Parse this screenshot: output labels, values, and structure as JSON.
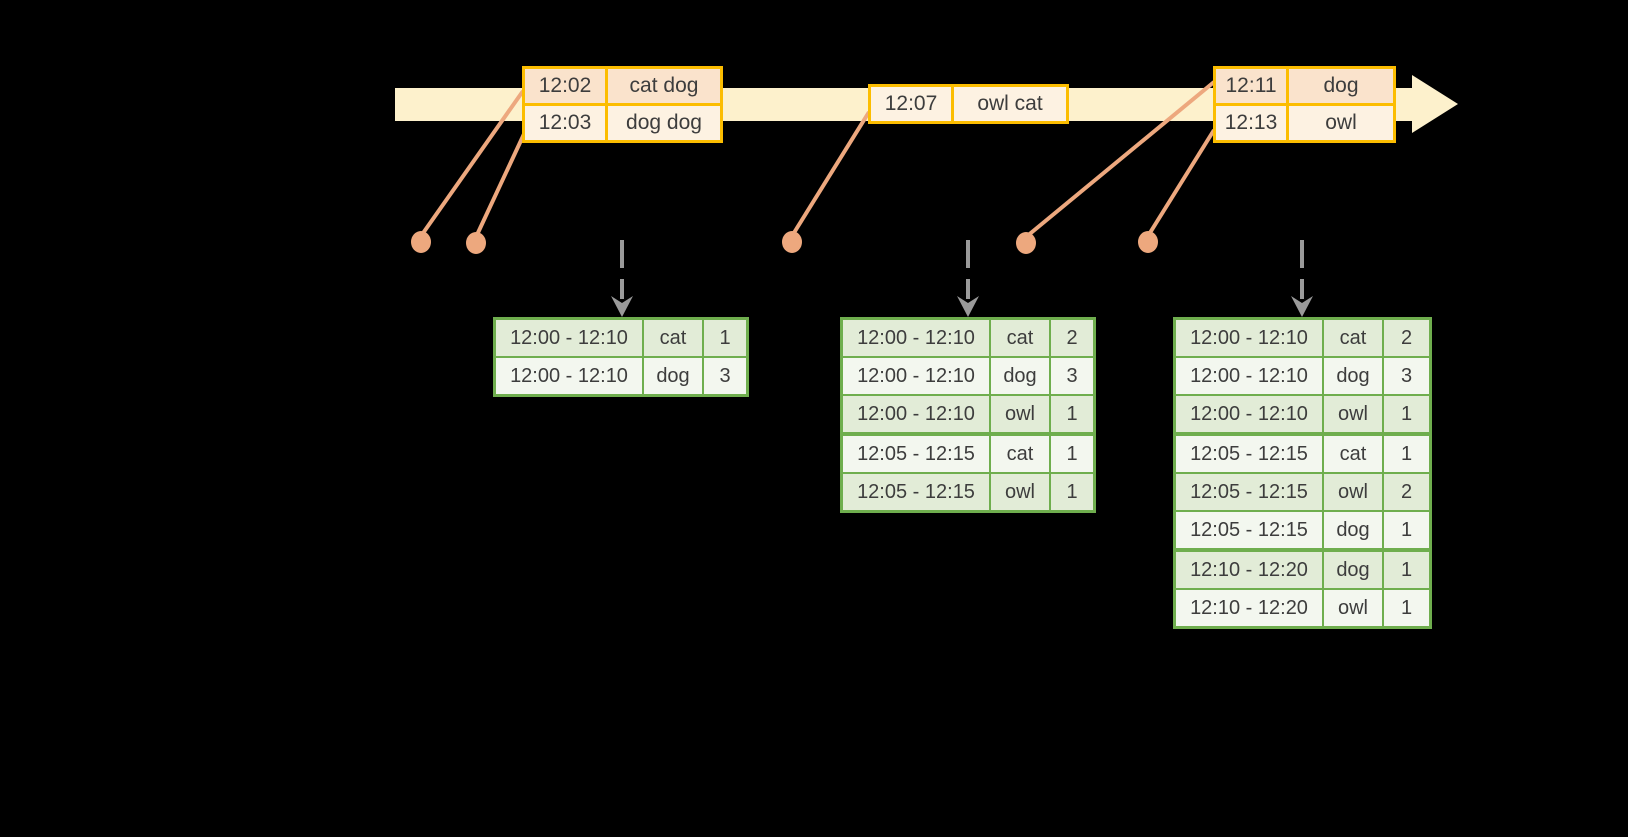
{
  "colors": {
    "background": "#000000",
    "timeline_band": "#fdf1cc",
    "event_border": "#fcbd00",
    "event_row_peach": "#fae3cc",
    "event_row_cream": "#fdf2e2",
    "connector": "#eda87e",
    "dashed_arrow": "#9a9a9a",
    "result_border": "#6fae4e",
    "result_row_green": "#e2ecd7",
    "result_row_light": "#f3f7ef",
    "text": "#3d3d3d"
  },
  "timeline": {
    "event_boxes": [
      {
        "rows": [
          {
            "time": "12:02",
            "words": "cat dog"
          },
          {
            "time": "12:03",
            "words": "dog dog"
          }
        ]
      },
      {
        "rows": [
          {
            "time": "12:07",
            "words": "owl cat"
          }
        ]
      },
      {
        "rows": [
          {
            "time": "12:11",
            "words": "dog"
          },
          {
            "time": "12:13",
            "words": "owl"
          }
        ]
      }
    ]
  },
  "result_tables": [
    {
      "rows": [
        {
          "window": "12:00 - 12:10",
          "word": "cat",
          "count": "1"
        },
        {
          "window": "12:00 - 12:10",
          "word": "dog",
          "count": "3"
        }
      ]
    },
    {
      "rows": [
        {
          "window": "12:00 - 12:10",
          "word": "cat",
          "count": "2"
        },
        {
          "window": "12:00 - 12:10",
          "word": "dog",
          "count": "3"
        },
        {
          "window": "12:00 - 12:10",
          "word": "owl",
          "count": "1"
        },
        {
          "window": "12:05 - 12:15",
          "word": "cat",
          "count": "1"
        },
        {
          "window": "12:05 - 12:15",
          "word": "owl",
          "count": "1"
        }
      ]
    },
    {
      "rows": [
        {
          "window": "12:00 - 12:10",
          "word": "cat",
          "count": "2"
        },
        {
          "window": "12:00 - 12:10",
          "word": "dog",
          "count": "3"
        },
        {
          "window": "12:00 - 12:10",
          "word": "owl",
          "count": "1"
        },
        {
          "window": "12:05 - 12:15",
          "word": "cat",
          "count": "1"
        },
        {
          "window": "12:05 - 12:15",
          "word": "owl",
          "count": "2"
        },
        {
          "window": "12:05 - 12:15",
          "word": "dog",
          "count": "1"
        },
        {
          "window": "12:10 - 12:20",
          "word": "dog",
          "count": "1"
        },
        {
          "window": "12:10 - 12:20",
          "word": "owl",
          "count": "1"
        }
      ]
    }
  ]
}
